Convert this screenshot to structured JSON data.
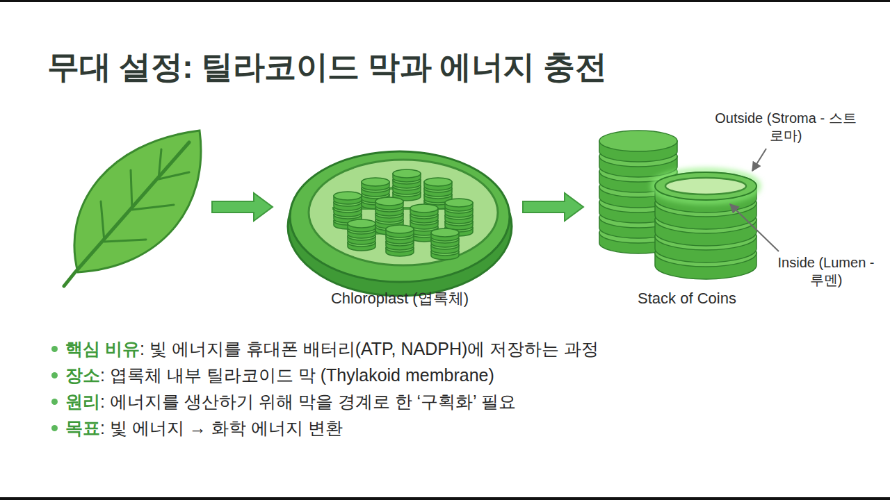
{
  "diagram": {
    "title": "무대 설정: 틸라코이드 막과 에너지 충전",
    "labels": [
      "Chloroplast (엽록체)",
      "Stack of Coins",
      "Outside (Stroma - 스트로마)",
      "Inside (Lumen - 루멘)",
      "핵심 비유",
      ": 빛 에너지를 휴대폰 배터리(ATP, NADPH)에 저장하는 과정",
      "장소",
      ": 엽록체 내부 틸라코이드 막 (Thylakoid membrane)",
      "원리",
      ": 에너지를 생산하기 위해 막을 경계로 한 ‘구획화’ 필요",
      "목표",
      ": 빛 에너지 → 화학 에너지 변환"
    ]
  }
}
